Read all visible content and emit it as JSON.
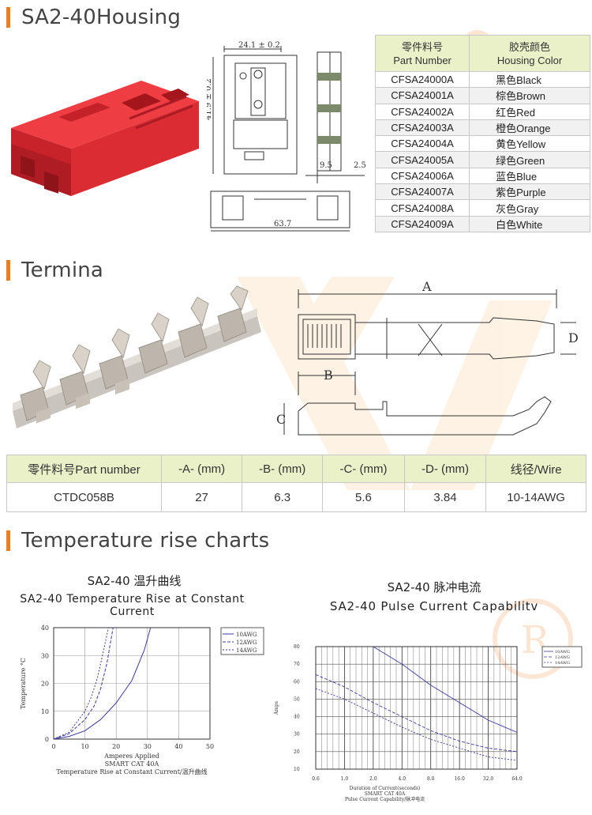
{
  "sections": {
    "housing": "SA2-40Housing",
    "terminal": "Termina",
    "temperature": "Temperature rise charts"
  },
  "housing_drawing": {
    "width_dim": "24.1 ± 0.2",
    "height_dim": "41.9 ± 0.2",
    "side_dim_1": "9.5",
    "side_dim_2": "2.5",
    "bottom_dim": "63.7"
  },
  "color_table": {
    "header_part_cn": "零件料号",
    "header_part_en": "Part Number",
    "header_color_cn": "胶壳颜色",
    "header_color_en": "Housing Color",
    "rows": [
      {
        "part": "CFSA24000A",
        "color": "黑色Black"
      },
      {
        "part": "CFSA24001A",
        "color": "棕色Brown"
      },
      {
        "part": "CFSA24002A",
        "color": "红色Red"
      },
      {
        "part": "CFSA24003A",
        "color": "橙色Orange"
      },
      {
        "part": "CFSA24004A",
        "color": "黄色Yellow"
      },
      {
        "part": "CFSA24005A",
        "color": "绿色Green"
      },
      {
        "part": "CFSA24006A",
        "color": "蓝色Blue"
      },
      {
        "part": "CFSA24007A",
        "color": "紫色Purple"
      },
      {
        "part": "CFSA24008A",
        "color": "灰色Gray"
      },
      {
        "part": "CFSA24009A",
        "color": "白色White"
      }
    ]
  },
  "terminal_drawing": {
    "label_a": "A",
    "label_b": "B",
    "label_c": "C",
    "label_d": "D"
  },
  "terminal_table": {
    "headers": [
      "零件料号Part number",
      "-A- (mm)",
      "-B- (mm)",
      "-C- (mm)",
      "-D- (mm)",
      "线径/Wire"
    ],
    "row": [
      "CTDC058B",
      "27",
      "6.3",
      "5.6",
      "3.84",
      "10-14AWG"
    ]
  },
  "chart_data": [
    {
      "type": "line",
      "title_cn": "SA2-40 温升曲线",
      "title": "SA2-40 Temperature Rise at Constant Current",
      "xlabel": "Amperes Applied",
      "ylabel": "Temperature °C",
      "caption_1": "SMART CAT 40A",
      "caption_2": "Temperature Rise at Constant Current/温升曲线",
      "xlim": [
        0,
        50
      ],
      "ylim": [
        0,
        40
      ],
      "xticks": [
        0,
        10,
        20,
        30,
        40,
        50
      ],
      "yticks": [
        0,
        10,
        20,
        30,
        40
      ],
      "legend": "top-right",
      "grid": true,
      "series": [
        {
          "name": "10AWG",
          "x": [
            0,
            5,
            10,
            15,
            20,
            25,
            29,
            31
          ],
          "y": [
            0,
            1,
            3,
            7,
            13,
            21,
            32,
            40
          ]
        },
        {
          "name": "12AWG",
          "x": [
            0,
            5,
            10,
            13,
            15,
            17,
            19
          ],
          "y": [
            0,
            2,
            7,
            12,
            18,
            27,
            40
          ]
        },
        {
          "name": "14AWG",
          "x": [
            0,
            5,
            10,
            12,
            14,
            16,
            17.5
          ],
          "y": [
            0,
            2.5,
            10,
            15,
            22,
            32,
            40
          ]
        }
      ]
    },
    {
      "type": "line",
      "title_cn": "SA2-40 脉冲电流",
      "title": "SA2-40 Pulse Current Capabilitv",
      "xlabel": "Duration of Current(seconds)",
      "ylabel": "Amps",
      "caption_1": "SMART CAT 40A",
      "caption_2": "Pulse Current Capability/脉冲电流",
      "xticks": [
        "0.6",
        "1.0",
        "2.0",
        "4.0",
        "8.0",
        "16.0",
        "32.0",
        "64.0"
      ],
      "yticks": [
        10,
        20,
        30,
        40,
        50,
        60,
        70,
        80
      ],
      "ylim": [
        10,
        80
      ],
      "legend": "top-right",
      "grid": true,
      "series": [
        {
          "name": "10AWG",
          "x": [
            2.0,
            4.0,
            8.0,
            16.0,
            32.0,
            64.0
          ],
          "y": [
            80,
            70,
            58,
            48,
            38,
            31
          ]
        },
        {
          "name": "12AWG",
          "x": [
            0.6,
            1.0,
            2.0,
            4.0,
            8.0,
            16.0,
            32.0,
            64.0
          ],
          "y": [
            64,
            57,
            48,
            40,
            32,
            26,
            22,
            20
          ]
        },
        {
          "name": "14AWG",
          "x": [
            0.6,
            1.0,
            2.0,
            4.0,
            8.0,
            16.0,
            32.0,
            64.0
          ],
          "y": [
            56,
            50,
            42,
            34,
            27,
            22,
            17,
            15
          ]
        }
      ]
    }
  ]
}
